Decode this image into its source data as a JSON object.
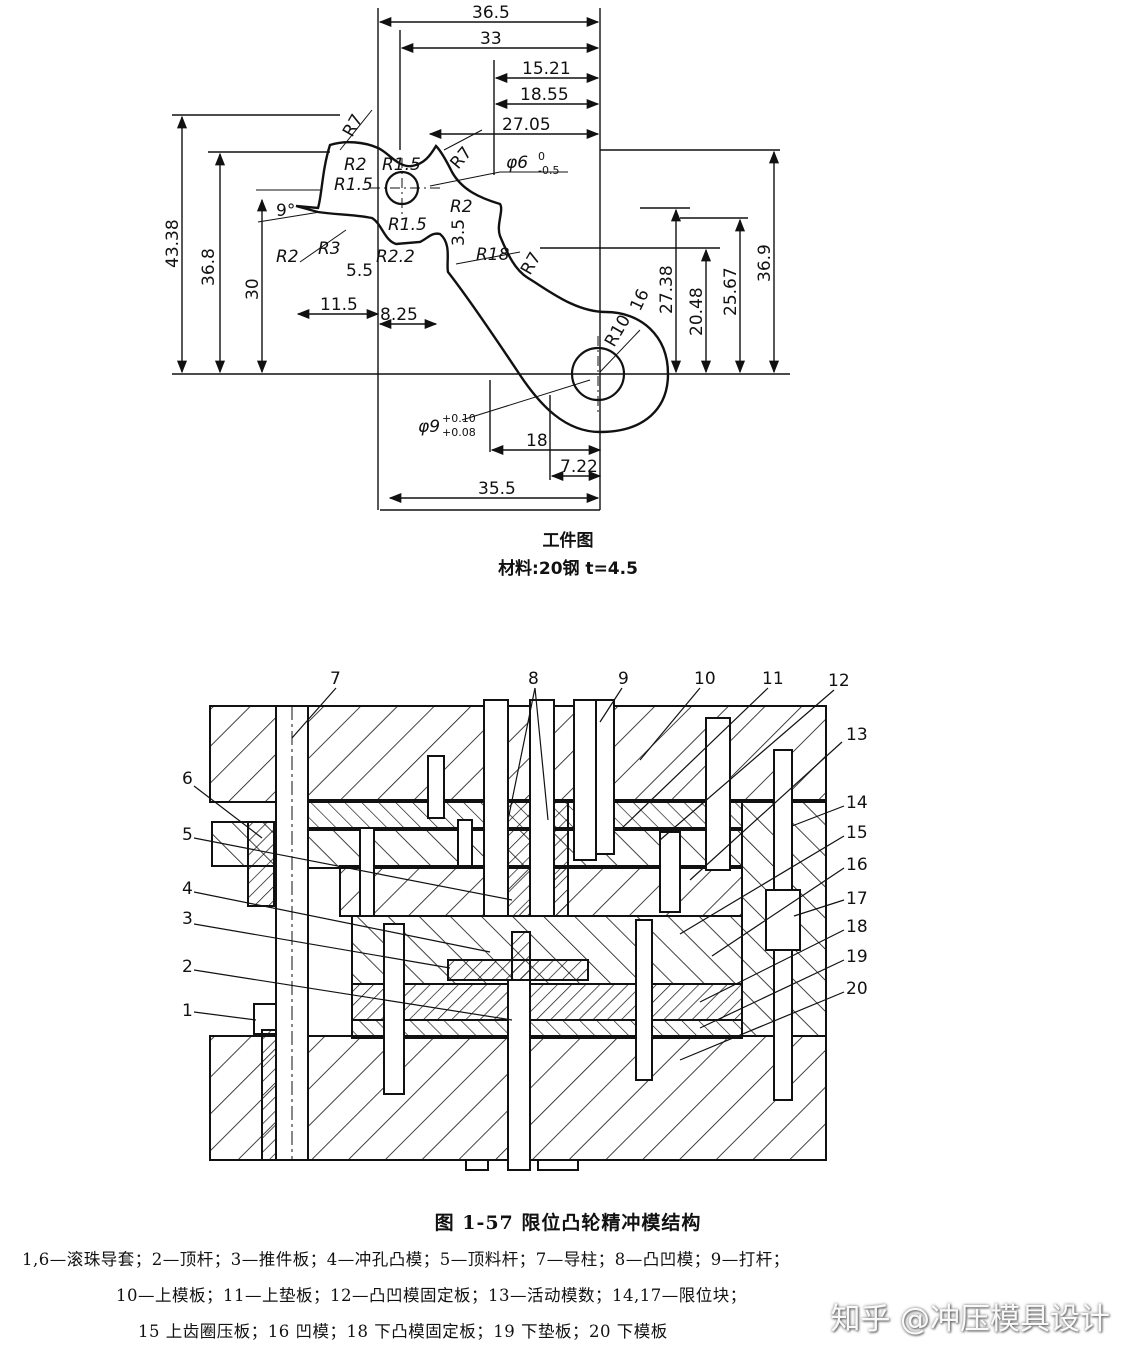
{
  "workpiece": {
    "title": "工件图",
    "material": "材料:20钢  t=4.5",
    "dims": {
      "d36_5": "36.5",
      "d33": "33",
      "d15_21": "15.21",
      "d18_55": "18.55",
      "d27_05": "27.05",
      "d43_38": "43.38",
      "d36_8": "36.8",
      "d30": "30",
      "d27_38": "27.38",
      "d20_48": "20.48",
      "d25_67": "25.67",
      "d36_9": "36.9",
      "d11_5": "11.5",
      "d8_25": "8.25",
      "d5_5": "5.5",
      "d18": "18",
      "d7_22": "7.22",
      "d35_5": "35.5",
      "d3_5": "3.5",
      "d16": "16",
      "a9": "9°",
      "phi6": "φ6",
      "phi6_tol_up": "0",
      "phi6_tol_lo": "-0.5",
      "phi9": "φ9",
      "phi9_tol_up": "+0.10",
      "phi9_tol_lo": "+0.08",
      "r7a": "R7",
      "r2a": "R2",
      "r1_5a": "R1.5",
      "r1_5b": "R1.5",
      "r7b": "R7",
      "r2b": "R2",
      "r1_5c": "R1.5",
      "r3": "R3",
      "r2c": "R2",
      "r2_2": "R2.2",
      "r18": "R18",
      "r7c": "R7",
      "r10": "R10"
    }
  },
  "assembly": {
    "callouts": [
      "1",
      "2",
      "3",
      "4",
      "5",
      "6",
      "7",
      "8",
      "9",
      "10",
      "11",
      "12",
      "13",
      "14",
      "15",
      "16",
      "17",
      "18",
      "19",
      "20"
    ]
  },
  "figure": {
    "caption": "图 1-57   限位凸轮精冲模结构",
    "legend": [
      "1,6—滚珠导套；2—顶杆；3—推件板；4—冲孔凸模；5—顶料杆；7—导柱；8—凸凹模；9—打杆；",
      "10—上模板；11—上垫板；12—凸凹模固定板；13—活动模数；14,17—限位块；",
      "15  上齿圈压板；16  凹模；18  下凸模固定板；19  下垫板；20  下模板"
    ]
  },
  "watermark": "知乎 @冲压模具设计"
}
